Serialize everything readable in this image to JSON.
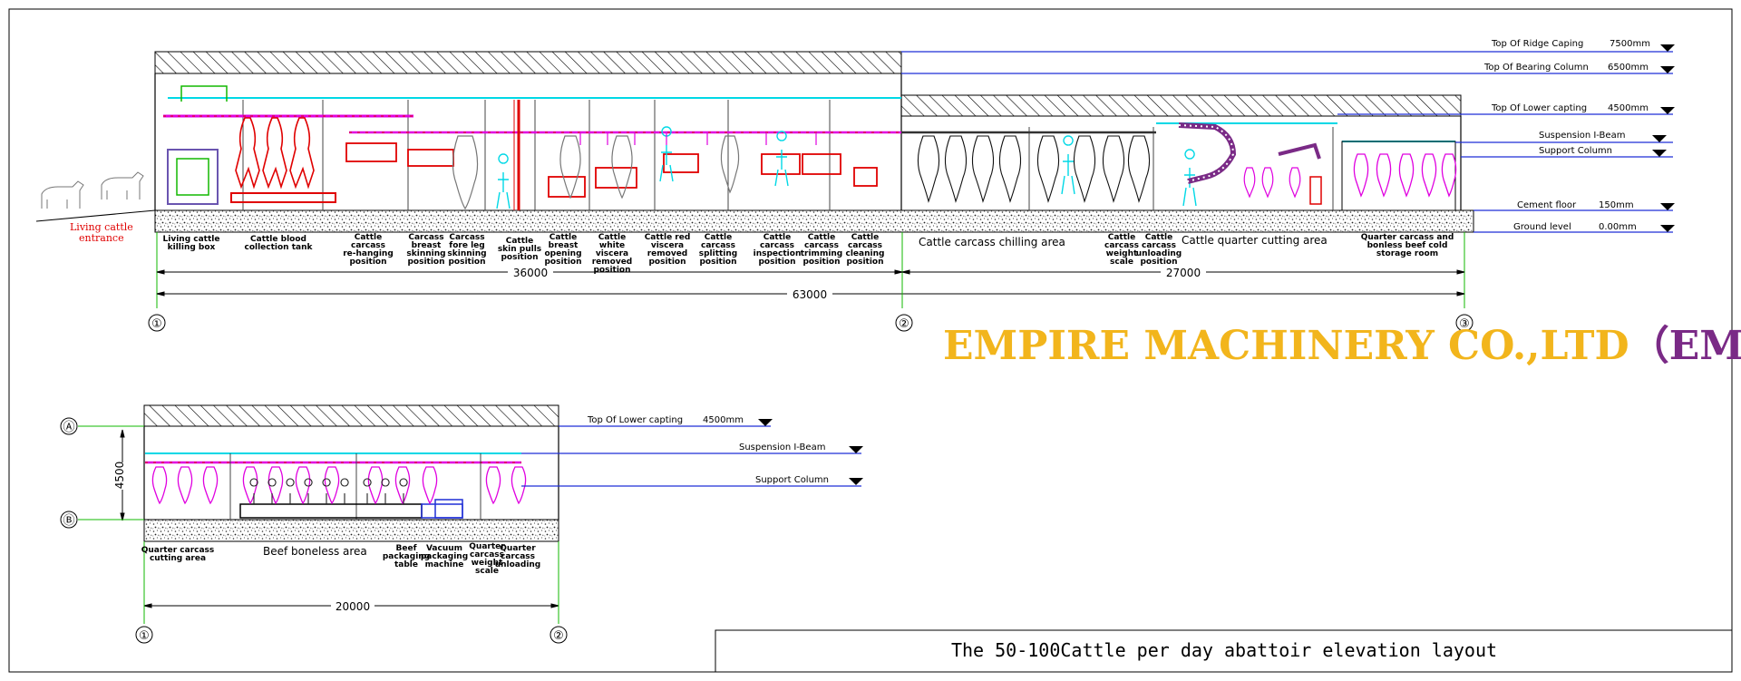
{
  "colors": {
    "brand_gold": "#f2b51c",
    "brand_purple": "#7a2a86",
    "level_line": "#1f2fd6",
    "magenta": "#e000e0",
    "cyan": "#00d8e6",
    "red": "#e00000",
    "green": "#12b800"
  },
  "brand": {
    "company": "EMPIRE MACHINERY CO.,LTD",
    "abbrev": "（EME）"
  },
  "title": "The 50-100Cattle per day abattoir elevation layout",
  "entrance_label": [
    "Living cattle",
    "entrance"
  ],
  "main_levels": [
    {
      "name": "Top Of Ridge Caping",
      "value": "7500mm"
    },
    {
      "name": "Top Of Bearing Column",
      "value": "6500mm"
    },
    {
      "name": "Top Of Lower capting",
      "value": "4500mm"
    },
    {
      "name": "Suspension I-Beam",
      "value": ""
    },
    {
      "name": "Support Column",
      "value": ""
    },
    {
      "name": "Cement floor",
      "value": "150mm"
    },
    {
      "name": "Ground level",
      "value": "0.00mm"
    }
  ],
  "lower_levels": [
    {
      "name": "Top Of Lower capting",
      "value": "4500mm"
    },
    {
      "name": "Suspension I-Beam",
      "value": ""
    },
    {
      "name": "Support Column",
      "value": ""
    }
  ],
  "stations": [
    [
      "Living cattle",
      "killing box"
    ],
    [
      "Cattle blood",
      "collection tank"
    ],
    [
      "Cattle",
      "carcass",
      "re-hanging",
      "position"
    ],
    [
      "Carcass",
      "breast",
      "skinning",
      "position"
    ],
    [
      "Carcass",
      "fore leg",
      "skinning",
      "position"
    ],
    [
      "Cattle",
      "skin pulls",
      "position"
    ],
    [
      "Cattle",
      "breast",
      "opening",
      "position"
    ],
    [
      "Cattle",
      "white",
      "viscera",
      "removed",
      "position"
    ],
    [
      "Cattle red",
      "viscera",
      "removed",
      "position"
    ],
    [
      "Cattle",
      "carcass",
      "splitting",
      "position"
    ],
    [
      "Cattle",
      "carcass",
      "inspection",
      "position"
    ],
    [
      "Cattle",
      "carcass",
      "trimming",
      "position"
    ],
    [
      "Cattle",
      "carcass",
      "cleaning",
      "position"
    ],
    [
      "Cattle",
      "carcass",
      "weight",
      "scale"
    ],
    [
      "Cattle",
      "carcass",
      "unloading",
      "position"
    ],
    [
      "Quarter carcass and",
      "bonless beef cold",
      "storage room"
    ]
  ],
  "areas": {
    "chilling": "Cattle carcass chilling area",
    "quarter": "Cattle quarter cutting area",
    "boneless": "Beef boneless area"
  },
  "lower_stations": [
    [
      "Quarter carcass",
      "cutting area"
    ],
    [
      "Beef",
      "packaging",
      "table"
    ],
    [
      "Vacuum",
      "packaging",
      "machine"
    ],
    [
      "Quarter",
      "carcass",
      "weight",
      "scale"
    ],
    [
      "Quarter",
      "carcass",
      "unloading"
    ]
  ],
  "dimensions": {
    "main_left": "36000",
    "main_total": "63000",
    "main_right": "27000",
    "lower_total": "20000",
    "lower_height": "4500"
  },
  "axes": {
    "main": [
      "①",
      "②",
      "③"
    ],
    "lower": [
      "①",
      "②"
    ],
    "rows": [
      "Ⓐ",
      "Ⓑ"
    ]
  }
}
